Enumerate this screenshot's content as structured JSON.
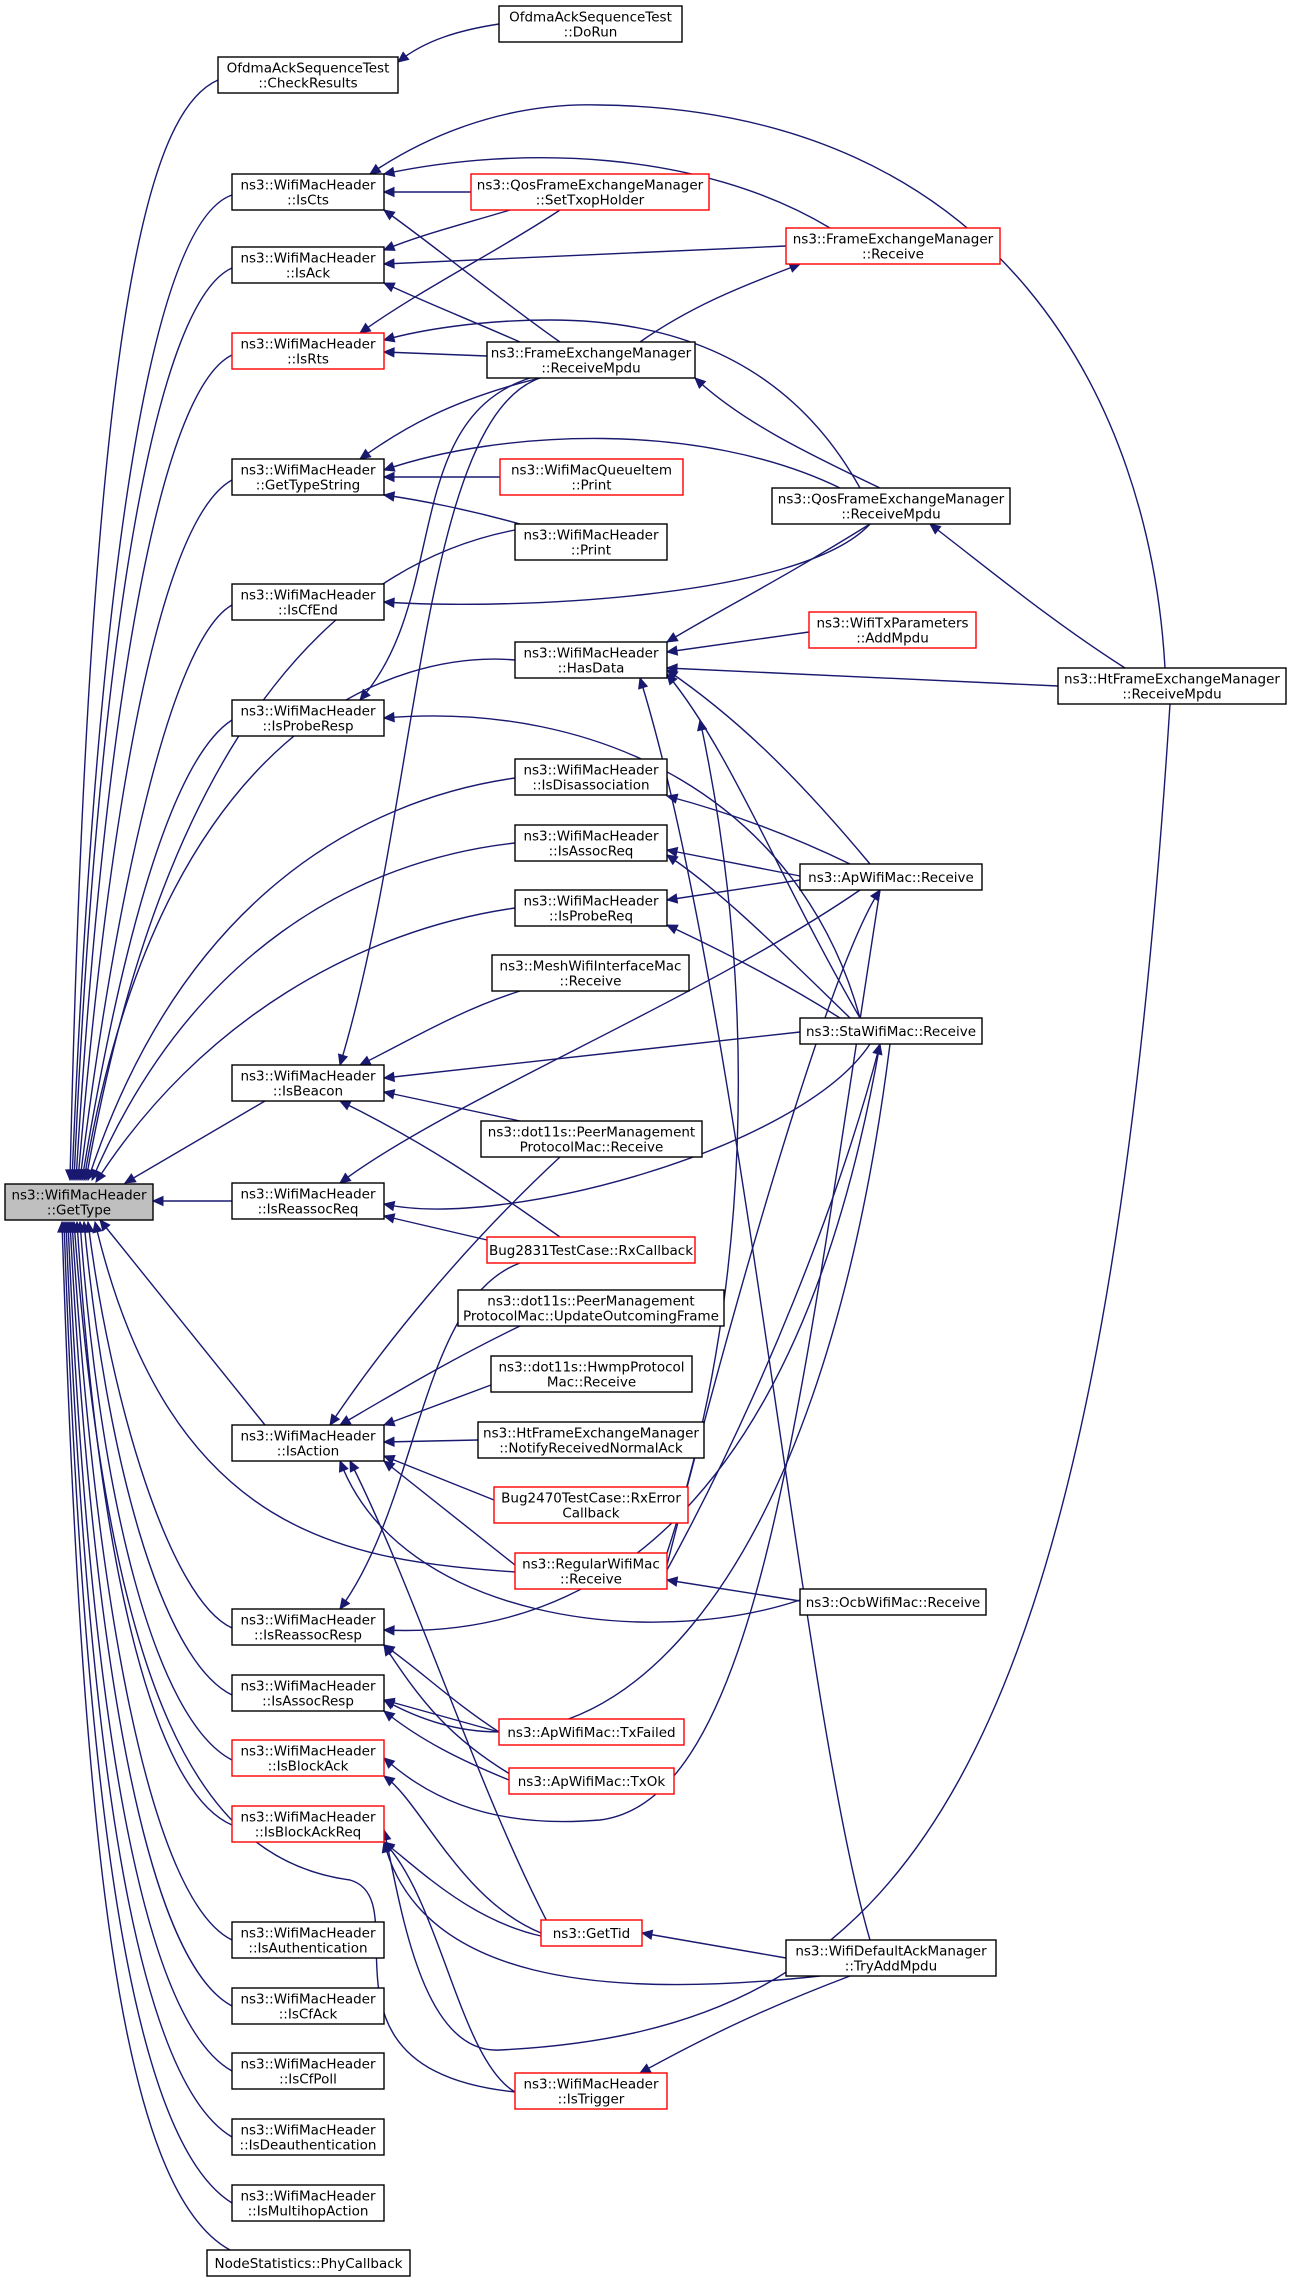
{
  "colors": {
    "edge": "#191970",
    "border_normal": "#000000",
    "border_truncated": "#ff0000",
    "root_fill": "#bfbfbf"
  },
  "nodes": [
    {
      "id": "gettype",
      "lines": [
        "ns3::WifiMacHeader",
        "::GetType"
      ],
      "style": "focus"
    },
    {
      "id": "ofdma_doRun",
      "lines": [
        "OfdmaAckSequenceTest",
        "::DoRun"
      ],
      "style": "normal"
    },
    {
      "id": "ofdma_check",
      "lines": [
        "OfdmaAckSequenceTest",
        "::CheckResults"
      ],
      "style": "normal"
    },
    {
      "id": "iscts",
      "lines": [
        "ns3::WifiMacHeader",
        "::IsCts"
      ],
      "style": "normal"
    },
    {
      "id": "isack",
      "lines": [
        "ns3::WifiMacHeader",
        "::IsAck"
      ],
      "style": "normal"
    },
    {
      "id": "isrts",
      "lines": [
        "ns3::WifiMacHeader",
        "::IsRts"
      ],
      "style": "truncated"
    },
    {
      "id": "gettypestring",
      "lines": [
        "ns3::WifiMacHeader",
        "::GetTypeString"
      ],
      "style": "normal"
    },
    {
      "id": "iscfend",
      "lines": [
        "ns3::WifiMacHeader",
        "::IsCfEnd"
      ],
      "style": "normal"
    },
    {
      "id": "isproberesp",
      "lines": [
        "ns3::WifiMacHeader",
        "::IsProbeResp"
      ],
      "style": "normal"
    },
    {
      "id": "isbeacon",
      "lines": [
        "ns3::WifiMacHeader",
        "::IsBeacon"
      ],
      "style": "normal"
    },
    {
      "id": "isreassocreq",
      "lines": [
        "ns3::WifiMacHeader",
        "::IsReassocReq"
      ],
      "style": "normal"
    },
    {
      "id": "isaction",
      "lines": [
        "ns3::WifiMacHeader",
        "::IsAction"
      ],
      "style": "normal"
    },
    {
      "id": "isreassocresp",
      "lines": [
        "ns3::WifiMacHeader",
        "::IsReassocResp"
      ],
      "style": "normal"
    },
    {
      "id": "isassocresp",
      "lines": [
        "ns3::WifiMacHeader",
        "::IsAssocResp"
      ],
      "style": "normal"
    },
    {
      "id": "isblockack",
      "lines": [
        "ns3::WifiMacHeader",
        "::IsBlockAck"
      ],
      "style": "truncated"
    },
    {
      "id": "isblockackreq",
      "lines": [
        "ns3::WifiMacHeader",
        "::IsBlockAckReq"
      ],
      "style": "truncated"
    },
    {
      "id": "isauthentication",
      "lines": [
        "ns3::WifiMacHeader",
        "::IsAuthentication"
      ],
      "style": "normal"
    },
    {
      "id": "iscfack",
      "lines": [
        "ns3::WifiMacHeader",
        "::IsCfAck"
      ],
      "style": "normal"
    },
    {
      "id": "iscfpoll",
      "lines": [
        "ns3::WifiMacHeader",
        "::IsCfPoll"
      ],
      "style": "normal"
    },
    {
      "id": "isdeauth",
      "lines": [
        "ns3::WifiMacHeader",
        "::IsDeauthentication"
      ],
      "style": "normal"
    },
    {
      "id": "ismultihop",
      "lines": [
        "ns3::WifiMacHeader",
        "::IsMultihopAction"
      ],
      "style": "normal"
    },
    {
      "id": "nodestats",
      "lines": [
        "NodeStatistics::PhyCallback"
      ],
      "style": "normal"
    },
    {
      "id": "qos_settxop",
      "lines": [
        "ns3::QosFrameExchangeManager",
        "::SetTxopHolder"
      ],
      "style": "truncated"
    },
    {
      "id": "fem_receive",
      "lines": [
        "ns3::FrameExchangeManager",
        "::Receive"
      ],
      "style": "truncated"
    },
    {
      "id": "fem_receivempdu",
      "lines": [
        "ns3::FrameExchangeManager",
        "::ReceiveMpdu"
      ],
      "style": "normal"
    },
    {
      "id": "queueitem_print",
      "lines": [
        "ns3::WifiMacQueueItem",
        "::Print"
      ],
      "style": "truncated"
    },
    {
      "id": "qos_receivempdu",
      "lines": [
        "ns3::QosFrameExchangeManager",
        "::ReceiveMpdu"
      ],
      "style": "normal"
    },
    {
      "id": "hdr_print",
      "lines": [
        "ns3::WifiMacHeader",
        "::Print"
      ],
      "style": "normal"
    },
    {
      "id": "hasdata",
      "lines": [
        "ns3::WifiMacHeader",
        "::HasData"
      ],
      "style": "normal"
    },
    {
      "id": "txparams_addmpdu",
      "lines": [
        "ns3::WifiTxParameters",
        "::AddMpdu"
      ],
      "style": "truncated"
    },
    {
      "id": "ht_receivempdu",
      "lines": [
        "ns3::HtFrameExchangeManager",
        "::ReceiveMpdu"
      ],
      "style": "normal"
    },
    {
      "id": "isdisassoc",
      "lines": [
        "ns3::WifiMacHeader",
        "::IsDisassociation"
      ],
      "style": "normal"
    },
    {
      "id": "isassocreq",
      "lines": [
        "ns3::WifiMacHeader",
        "::IsAssocReq"
      ],
      "style": "normal"
    },
    {
      "id": "apwifimac_receive",
      "lines": [
        "ns3::ApWifiMac::Receive"
      ],
      "style": "normal"
    },
    {
      "id": "isprobereq",
      "lines": [
        "ns3::WifiMacHeader",
        "::IsProbeReq"
      ],
      "style": "normal"
    },
    {
      "id": "mesh_receive",
      "lines": [
        "ns3::MeshWifiInterfaceMac",
        "::Receive"
      ],
      "style": "normal"
    },
    {
      "id": "stawifimac_receive",
      "lines": [
        "ns3::StaWifiMac::Receive"
      ],
      "style": "normal"
    },
    {
      "id": "peermgmt_receive",
      "lines": [
        "ns3::dot11s::PeerManagement",
        "ProtocolMac::Receive"
      ],
      "style": "normal"
    },
    {
      "id": "bug2831_rxcb",
      "lines": [
        "Bug2831TestCase::RxCallback"
      ],
      "style": "truncated"
    },
    {
      "id": "peermgmt_update",
      "lines": [
        "ns3::dot11s::PeerManagement",
        "ProtocolMac::UpdateOutcomingFrame"
      ],
      "style": "normal"
    },
    {
      "id": "hwmp_receive",
      "lines": [
        "ns3::dot11s::HwmpProtocol",
        "Mac::Receive"
      ],
      "style": "normal"
    },
    {
      "id": "ht_notifyack",
      "lines": [
        "ns3::HtFrameExchangeManager",
        "::NotifyReceivedNormalAck"
      ],
      "style": "normal"
    },
    {
      "id": "bug2470_rxerror",
      "lines": [
        "Bug2470TestCase::RxError",
        "Callback"
      ],
      "style": "truncated"
    },
    {
      "id": "regular_receive",
      "lines": [
        "ns3::RegularWifiMac",
        "::Receive"
      ],
      "style": "truncated"
    },
    {
      "id": "ocb_receive",
      "lines": [
        "ns3::OcbWifiMac::Receive"
      ],
      "style": "normal"
    },
    {
      "id": "ap_txfailed",
      "lines": [
        "ns3::ApWifiMac::TxFailed"
      ],
      "style": "truncated"
    },
    {
      "id": "ap_txok",
      "lines": [
        "ns3::ApWifiMac::TxOk"
      ],
      "style": "truncated"
    },
    {
      "id": "gettid",
      "lines": [
        "ns3::GetTid"
      ],
      "style": "truncated"
    },
    {
      "id": "defack_tryadd",
      "lines": [
        "ns3::WifiDefaultAckManager",
        "::TryAddMpdu"
      ],
      "style": "normal"
    },
    {
      "id": "istrigger",
      "lines": [
        "ns3::WifiMacHeader",
        "::IsTrigger"
      ],
      "style": "truncated"
    }
  ]
}
